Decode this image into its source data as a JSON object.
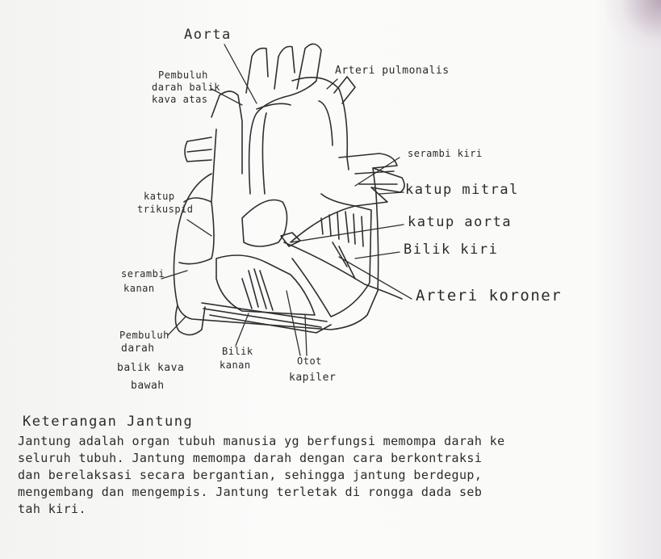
{
  "labels": {
    "aorta": "Aorta",
    "arteri_pulmonalis": "Arteri pulmonalis",
    "vena_kava_atas": [
      "Pembuluh",
      "darah balik",
      "kava atas"
    ],
    "serambi_kiri": "serambi kiri",
    "katup_mitral": "katup mitral",
    "katup_trikuspid": [
      "katup",
      "trikuspid"
    ],
    "katup_aorta": "katup aorta",
    "bilik_kiri": "Bilik kiri",
    "serambi_kanan": [
      "serambi",
      "kanan"
    ],
    "arteri_koroner": "Arteri koroner",
    "vena_kava_bawah": [
      "Pembuluh",
      "darah",
      "balik kava",
      "bawah"
    ],
    "bilik_kanan": [
      "Bilik",
      "kanan"
    ],
    "otot_kapiler": [
      "Otot",
      "kapiler"
    ]
  },
  "notes": {
    "title": "Keterangan Jantung",
    "lines": [
      "Jantung adalah organ tubuh manusia yg berfungsi memompa darah ke",
      "seluruh tubuh. Jantung memompa darah dengan cara berkontraksi",
      "dan berelaksasi secara bergantian, sehingga jantung berdegup,",
      "mengembang dan mengempis. Jantung terletak di rongga dada seb",
      "tah kiri."
    ]
  }
}
